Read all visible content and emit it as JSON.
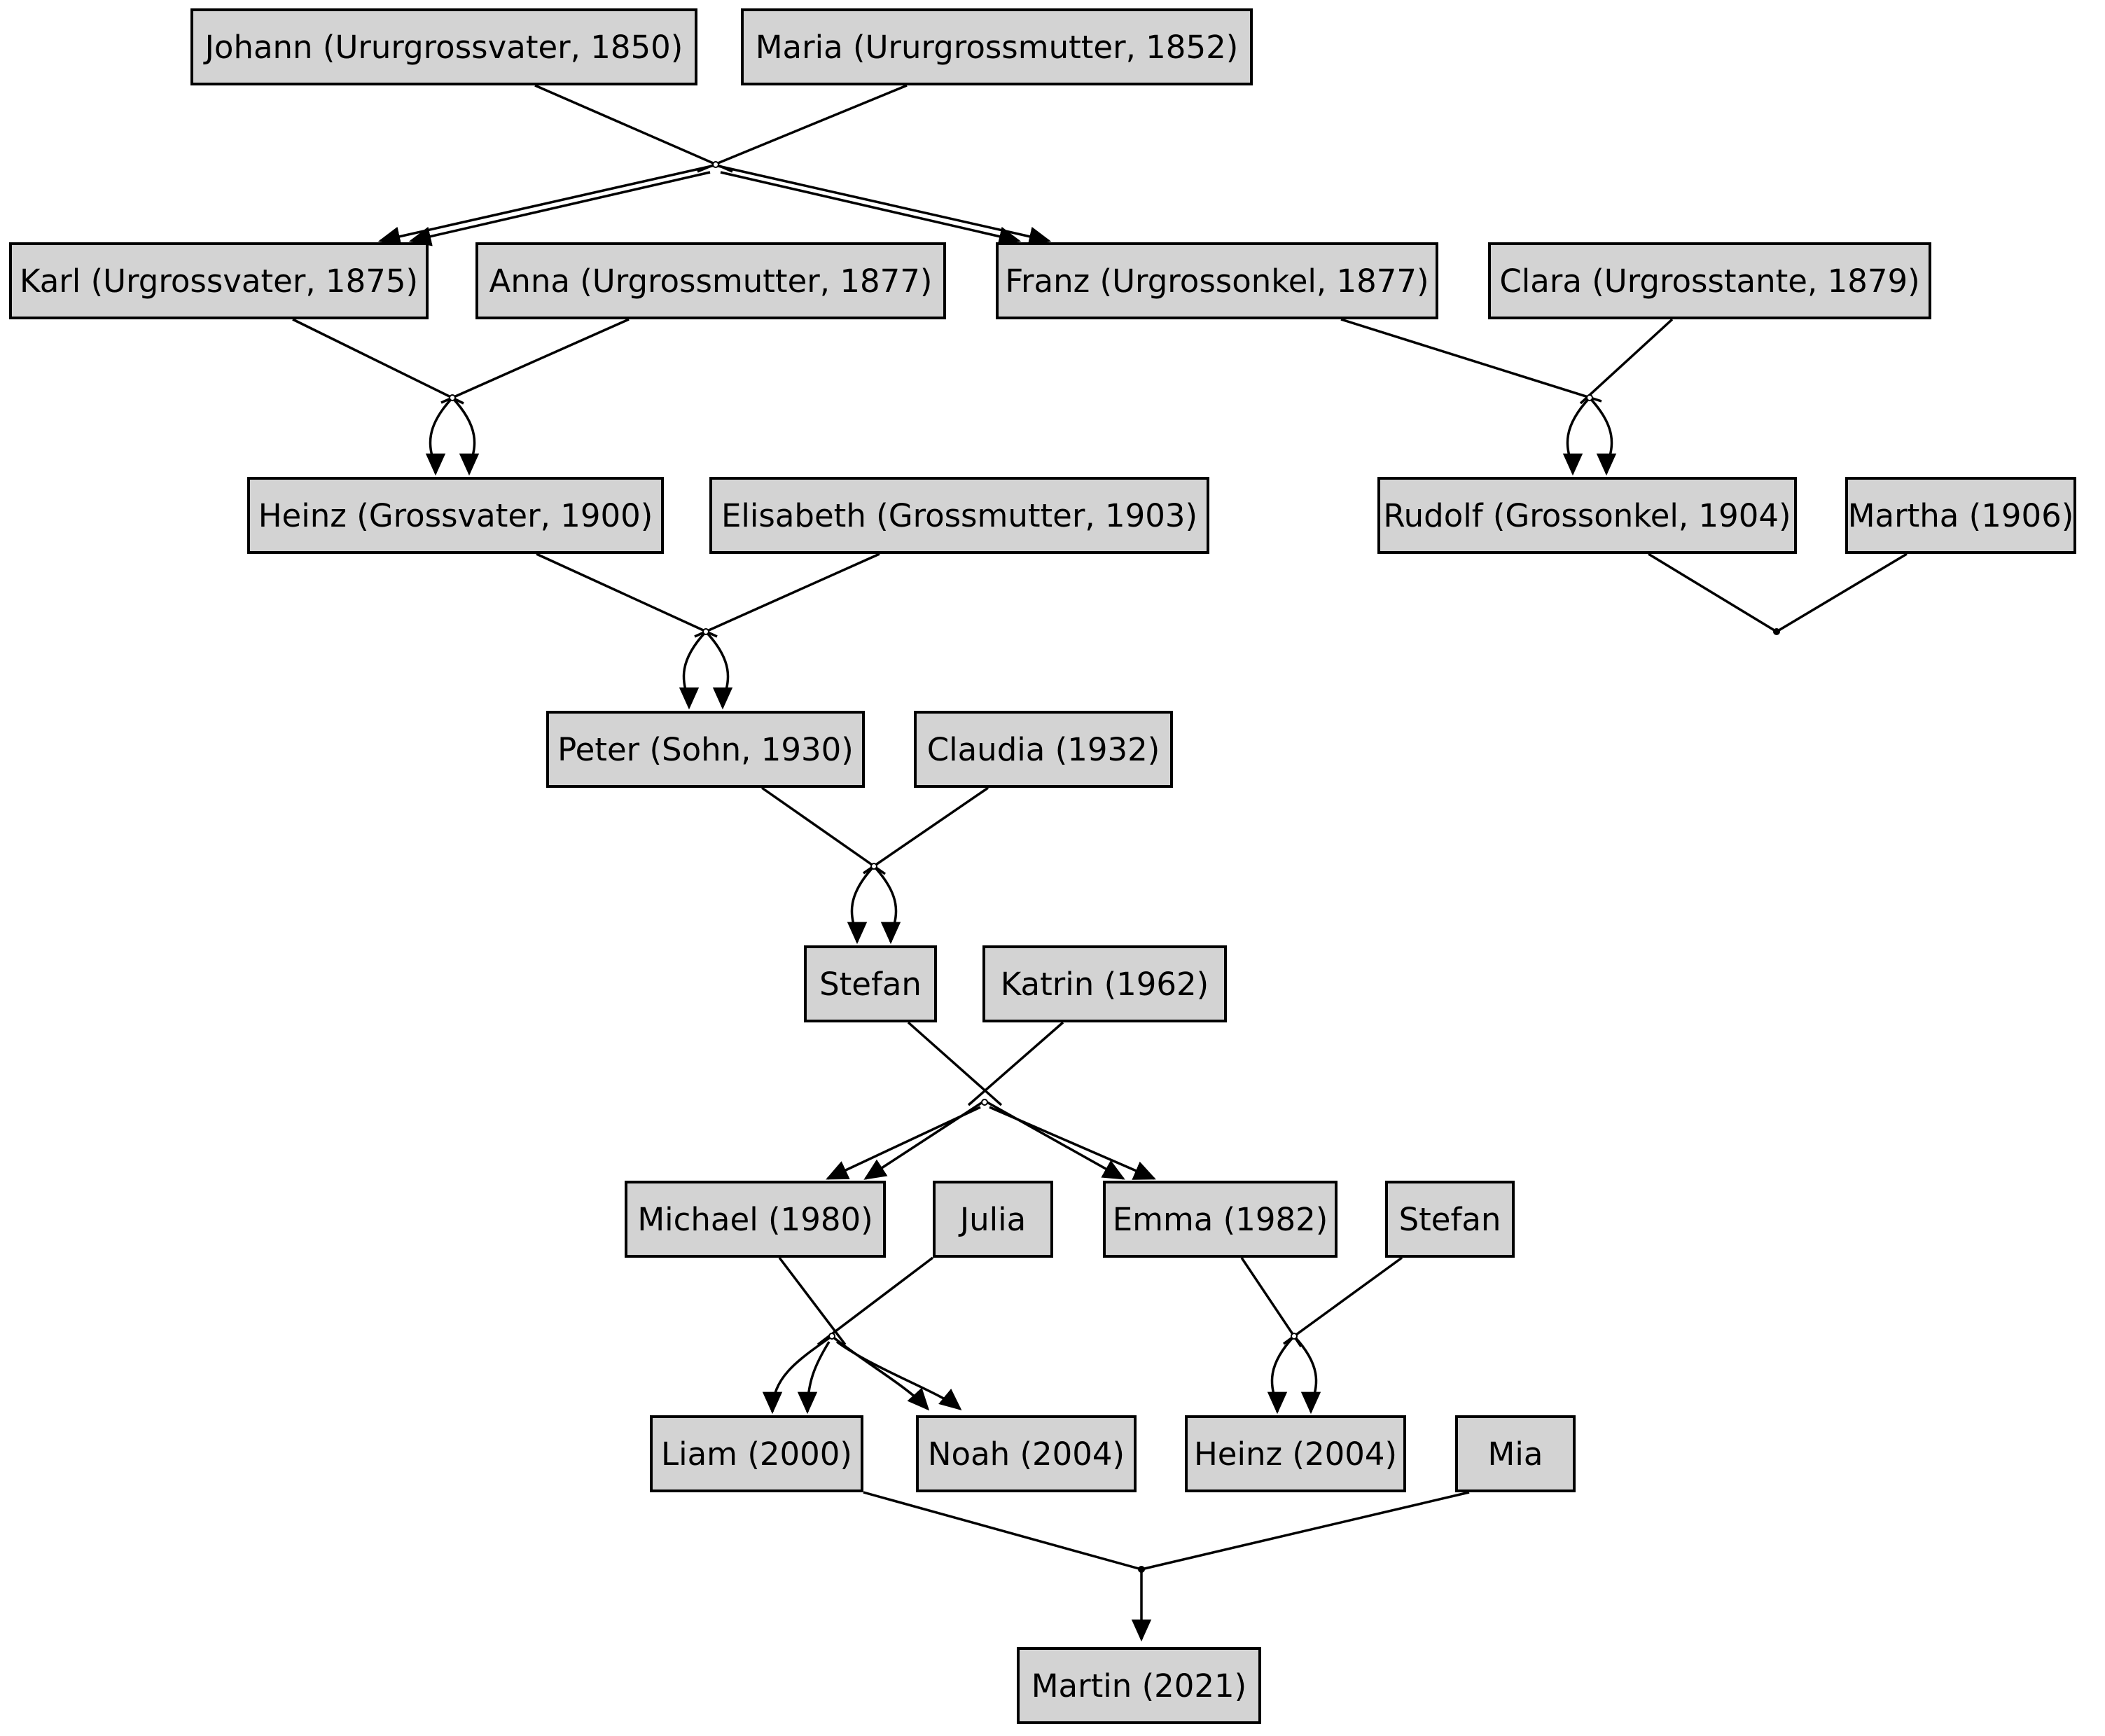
{
  "diagram": {
    "type": "family-tree-graph",
    "background_color": "#ffffff",
    "node_fill_color": "#d3d3d3",
    "node_border_color": "#000000",
    "edge_color": "#000000"
  },
  "nodes": [
    {
      "id": "johann",
      "label": "Johann (Ururgrossvater, 1850)"
    },
    {
      "id": "maria",
      "label": "Maria (Ururgrossmutter, 1852)"
    },
    {
      "id": "karl",
      "label": "Karl (Urgrossvater, 1875)"
    },
    {
      "id": "anna",
      "label": "Anna (Urgrossmutter, 1877)"
    },
    {
      "id": "franz",
      "label": "Franz (Urgrossonkel, 1877)"
    },
    {
      "id": "clara",
      "label": "Clara (Urgrosstante, 1879)"
    },
    {
      "id": "heinz-grossvater",
      "label": "Heinz (Grossvater, 1900)"
    },
    {
      "id": "elisabeth",
      "label": "Elisabeth (Grossmutter, 1903)"
    },
    {
      "id": "rudolf",
      "label": "Rudolf (Grossonkel, 1904)"
    },
    {
      "id": "martha",
      "label": "Martha (1906)"
    },
    {
      "id": "peter",
      "label": "Peter (Sohn, 1930)"
    },
    {
      "id": "claudia",
      "label": "Claudia (1932)"
    },
    {
      "id": "stefan-senior",
      "label": "Stefan"
    },
    {
      "id": "katrin",
      "label": "Katrin (1962)"
    },
    {
      "id": "michael",
      "label": "Michael (1980)"
    },
    {
      "id": "julia",
      "label": "Julia"
    },
    {
      "id": "emma",
      "label": "Emma (1982)"
    },
    {
      "id": "stefan-junior",
      "label": "Stefan"
    },
    {
      "id": "liam",
      "label": "Liam (2000)"
    },
    {
      "id": "noah",
      "label": "Noah (2004)"
    },
    {
      "id": "heinz-junior",
      "label": "Heinz (2004)"
    },
    {
      "id": "mia",
      "label": "Mia"
    },
    {
      "id": "martin",
      "label": "Martin (2021)"
    }
  ]
}
